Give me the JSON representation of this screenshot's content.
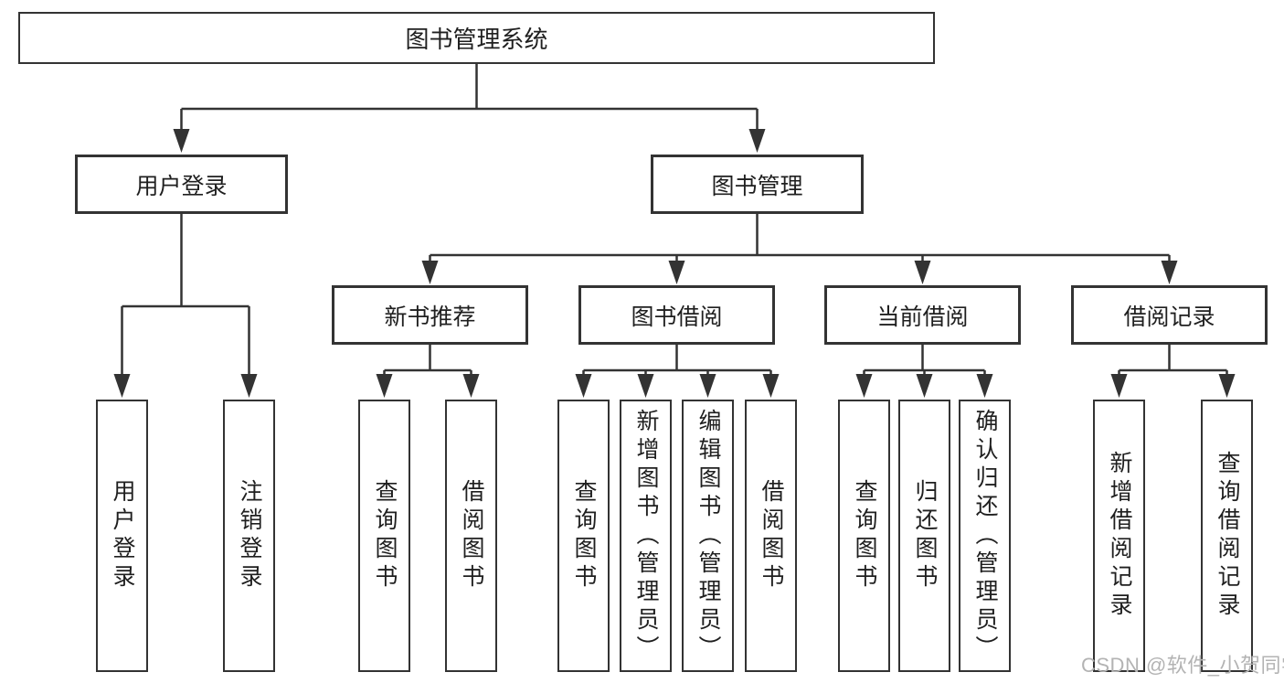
{
  "colors": {
    "line": "#333333",
    "box_border": "#333333",
    "text": "#1f1f1f",
    "background": "#ffffff",
    "watermark_text_color": "#b3b3b3"
  },
  "watermark": {
    "text": "CSDN @软件_小贺同学"
  },
  "tree": {
    "root": {
      "label": "图书管理系统",
      "children": [
        {
          "label": "用户登录",
          "children": [
            {
              "label": "用户登录"
            },
            {
              "label": "注销登录"
            }
          ]
        },
        {
          "label": "图书管理",
          "children": [
            {
              "label": "新书推荐",
              "children": [
                {
                  "label": "查询图书"
                },
                {
                  "label": "借阅图书"
                }
              ]
            },
            {
              "label": "图书借阅",
              "children": [
                {
                  "label": "查询图书"
                },
                {
                  "label": "新增图书（管理员）"
                },
                {
                  "label": "编辑图书（管理员）"
                },
                {
                  "label": "借阅图书"
                }
              ]
            },
            {
              "label": "当前借阅",
              "children": [
                {
                  "label": "查询图书"
                },
                {
                  "label": "归还图书"
                },
                {
                  "label": "确认归还（管理员）"
                }
              ]
            },
            {
              "label": "借阅记录",
              "children": [
                {
                  "label": "新增借阅记录"
                },
                {
                  "label": "查询借阅记录"
                }
              ]
            }
          ]
        }
      ]
    }
  }
}
